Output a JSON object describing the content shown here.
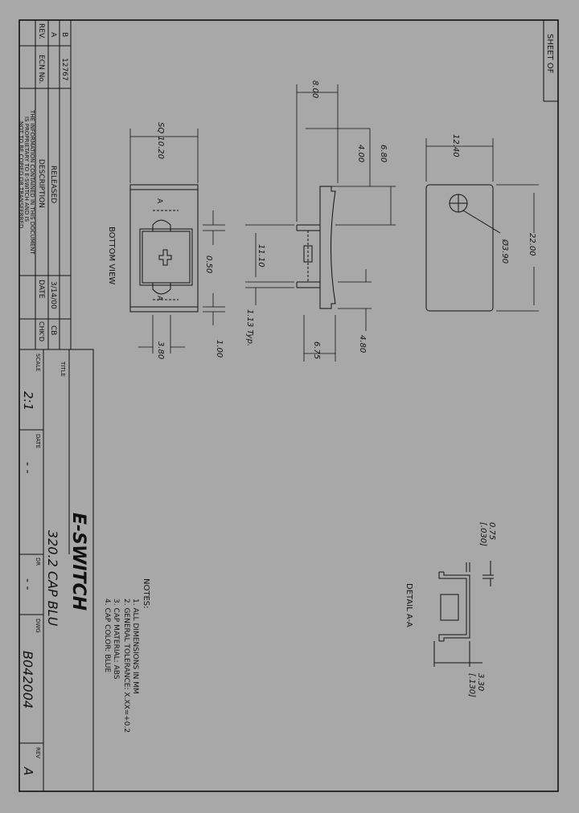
{
  "sheet": {
    "label": "SHEET OF"
  },
  "revision_block": {
    "headers": {
      "rev": "REV.",
      "ecn": "ECN No.",
      "desc": "DESCRIPTION",
      "date": "DATE",
      "chkd": "CHK'D"
    },
    "rows": [
      {
        "rev": "A",
        "ecn": "",
        "desc": "RELEASED",
        "date": "3/14/00",
        "chkd": "CB"
      },
      {
        "rev": "B",
        "ecn": "12767",
        "desc": "",
        "date": "",
        "chkd": ""
      }
    ],
    "notice": [
      "THE INFORMATION CONTAINED IN THIS DOCUMENT",
      "IS PROPRIETARY TO E-SWITCH AND IS",
      "NOT TO BE COPIED OR TRANSFERRED"
    ]
  },
  "title_block": {
    "title_label": "TITLE",
    "title": "320.2 CAP BLU",
    "scale_label": "SCALE",
    "scale": "2:1",
    "date_label": "DATE",
    "date": "- -",
    "dr_label": "DR",
    "dr": "- -",
    "dwg_label": "DWG",
    "dwg": "B042004",
    "rev_label": "REV",
    "rev": "A",
    "logo": "E-SWITCH"
  },
  "views": {
    "bottom_view": "BOTTOM VIEW",
    "detail_label": "DETAIL A-A",
    "section_marker": "A"
  },
  "dimensions": {
    "sq": "SQ 10.20",
    "d050": "0.50",
    "d100": "1.00",
    "d380": "3.80",
    "d800": "8.00",
    "d400": "4.00",
    "d680": "6.80",
    "d1110": "11.10",
    "d113": "1.13 Typ.",
    "d480": "4.80",
    "d675": "6.75",
    "d1240": "12.40",
    "d2200": "22.00",
    "dhole": "Ø3.90",
    "d075": "0.75",
    "d075in": "[.030]",
    "d330": "3.30",
    "d330in": "[.130]"
  },
  "notes": {
    "heading": "NOTES:",
    "items": [
      "1. ALL DIMENSIONS IN MM",
      "2. GENERAL TOLERANCE:    X.XX=+0.2",
      "3. CAP MATERIAL: ABS",
      "4. CAP COLOR: BLUE"
    ]
  },
  "colors": {
    "paper": "#a8a8a8",
    "ink": "#111111"
  }
}
